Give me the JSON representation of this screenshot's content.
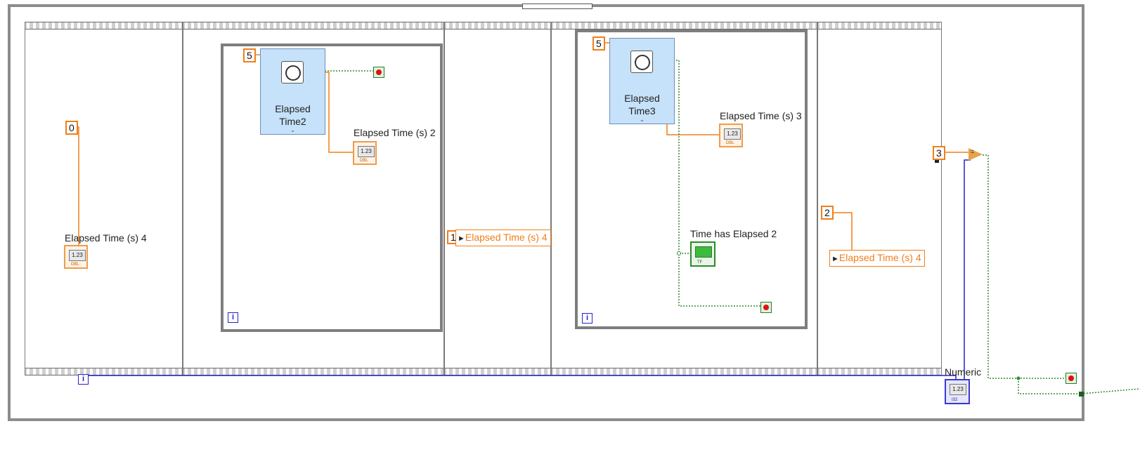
{
  "constants": {
    "c0": "0",
    "c5a": "5",
    "c1": "1",
    "c5b": "5",
    "c2": "2",
    "c3": "3"
  },
  "express_vis": {
    "ev1": {
      "title_line1": "Elapsed",
      "title_line2": "Time2"
    },
    "ev2": {
      "title_line1": "Elapsed",
      "title_line2": "Time3"
    }
  },
  "labels": {
    "elapsed4": "Elapsed Time (s) 4",
    "elapsed2": "Elapsed Time (s) 2",
    "elapsed3": "Elapsed Time (s) 3",
    "time_has_elapsed2": "Time has Elapsed 2",
    "numeric": "Numeric"
  },
  "local_variables": {
    "lv1": "Elapsed Time (s) 4",
    "lv2": "Elapsed Time (s) 4"
  },
  "indicators": {
    "dbl_display": "1.23",
    "dbl_tag": "DBL",
    "i32_tag": "I32",
    "tf_tag": "TF"
  },
  "loop_index": "i",
  "compare_symbol": "=",
  "colors": {
    "numeric_wire": "#f07f1a",
    "boolean_wire": "#2e8b2e",
    "integer_wire": "#2424c8",
    "express_vi_bg": "#c6e2fa"
  }
}
